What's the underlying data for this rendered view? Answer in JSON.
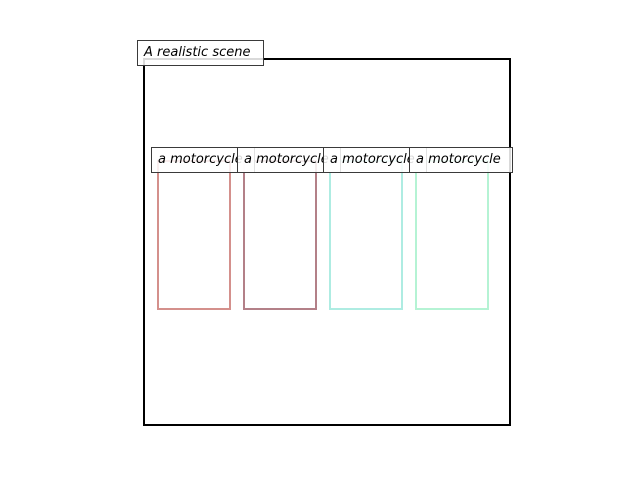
{
  "scene": {
    "caption": "A realistic scene"
  },
  "objects": [
    {
      "label": "a motorcycle",
      "color": "#d4908c"
    },
    {
      "label": "a motorcycle",
      "color": "#b38088"
    },
    {
      "label": "a motorcycle",
      "color": "#aeece2"
    },
    {
      "label": "a motorcycle",
      "color": "#b5f3d4"
    }
  ]
}
